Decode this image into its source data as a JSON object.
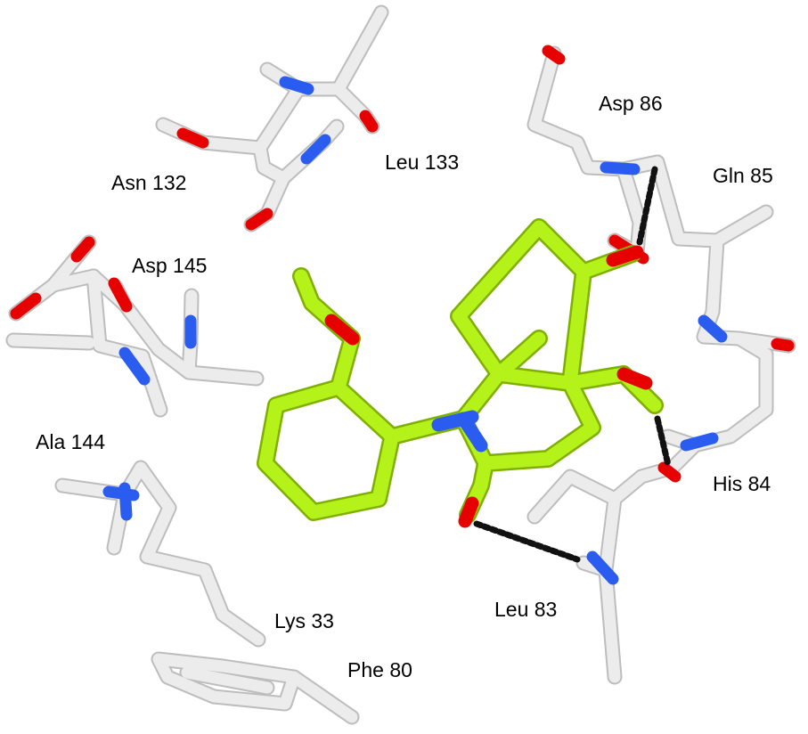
{
  "residue_labels": {
    "asp86": "Asp 86",
    "leu133": "Leu 133",
    "asn132": "Asn 132",
    "gln85": "Gln 85",
    "asp145": "Asp 145",
    "ala144": "Ala 144",
    "his84": "His 84",
    "leu83": "Leu 83",
    "lys33": "Lys 33",
    "phe80": "Phe 80"
  },
  "colors": {
    "carbon_protein": "#e8e8e8",
    "carbon_ligand": "#b5f21a",
    "nitrogen": "#2a5cf0",
    "oxygen": "#e60000",
    "hydrogen_bond": "#111111"
  }
}
